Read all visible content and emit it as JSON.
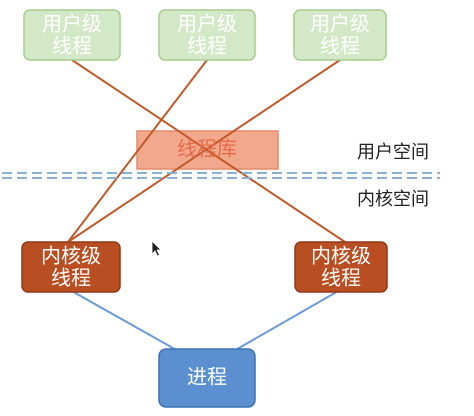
{
  "colors": {
    "user_thread_fill": "#d3e8c6",
    "user_thread_stroke": "#a6cc8e",
    "user_thread_text": "#ffffff",
    "thread_lib_fill": "#f2a88d",
    "thread_lib_stroke": "#e58c6a",
    "thread_lib_text": "#e66a45",
    "kernel_thread_fill": "#b84e22",
    "kernel_thread_stroke": "#8f3a18",
    "kernel_thread_text": "#ffffff",
    "process_fill": "#5b8fd0",
    "process_stroke": "#3e72b6",
    "process_text": "#ffffff",
    "mapping_line": "#c05a2a",
    "kernel_process_line": "#6a9bd6",
    "boundary_line": "#8ab0d8"
  },
  "user_threads": [
    {
      "line1": "用户级",
      "line2": "线程"
    },
    {
      "line1": "用户级",
      "line2": "线程"
    },
    {
      "line1": "用户级",
      "line2": "线程"
    }
  ],
  "thread_library": {
    "label": "线程库"
  },
  "kernel_threads": [
    {
      "line1": "内核级",
      "line2": "线程"
    },
    {
      "line1": "内核级",
      "line2": "线程"
    }
  ],
  "process": {
    "label": "进程"
  },
  "spaces": {
    "user_space": "用户空间",
    "kernel_space": "内核空间"
  },
  "cursor_icon": "mouse-pointer-icon"
}
